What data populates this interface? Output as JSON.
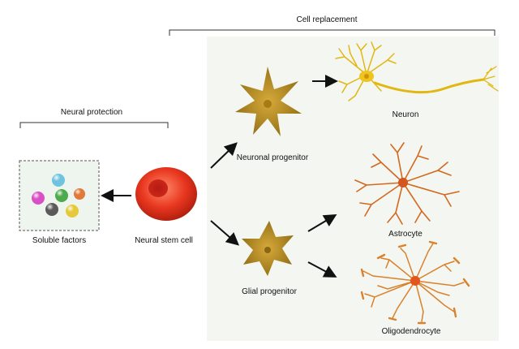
{
  "brackets": {
    "cell_replacement": "Cell replacement",
    "neural_protection": "Neural protection"
  },
  "nodes": {
    "neural_stem_cell": "Neural stem cell",
    "soluble_factors": "Soluble factors",
    "neuronal_progenitor": "Neuronal progenitor",
    "glial_progenitor": "Glial progenitor",
    "neuron": "Neuron",
    "astrocyte": "Astrocyte",
    "oligodendrocyte": "Oligodendrocyte"
  },
  "colors": {
    "stem_cell": "#e8361f",
    "progenitor": "#b08a1c",
    "neuron": "#e8c21a",
    "astrocyte": "#d2691e",
    "oligodendrocyte": "#d9822b",
    "background_panel": "#f2f5f2",
    "factor_beads": [
      "#6fc3df",
      "#d94fc6",
      "#4daa4d",
      "#e2783a",
      "#5a5a5a",
      "#e6c93a"
    ]
  }
}
